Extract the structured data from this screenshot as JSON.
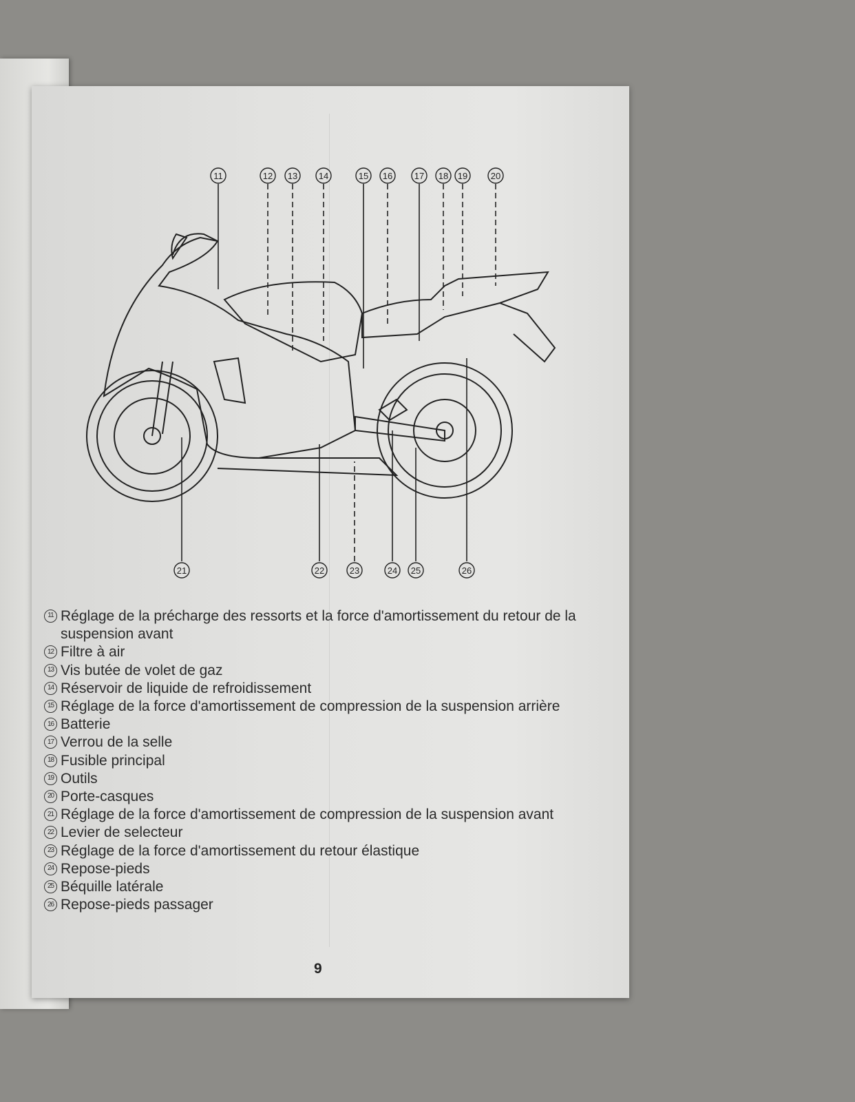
{
  "figure": {
    "top_callouts": [
      "11",
      "12",
      "13",
      "14",
      "15",
      "16",
      "17",
      "18",
      "19",
      "20"
    ],
    "bottom_callouts": [
      "21",
      "22",
      "23",
      "24",
      "25",
      "26"
    ]
  },
  "legend": [
    {
      "num": "11",
      "text": "Réglage de la précharge des ressorts et la force d'amortissement du retour de la suspension avant"
    },
    {
      "num": "12",
      "text": "Filtre à air"
    },
    {
      "num": "13",
      "text": "Vis butée de volet de gaz"
    },
    {
      "num": "14",
      "text": "Réservoir de liquide de refroidissement"
    },
    {
      "num": "15",
      "text": "Réglage de la force d'amortissement de compression de la suspension arrière"
    },
    {
      "num": "16",
      "text": "Batterie"
    },
    {
      "num": "17",
      "text": "Verrou de la selle"
    },
    {
      "num": "18",
      "text": "Fusible principal"
    },
    {
      "num": "19",
      "text": "Outils"
    },
    {
      "num": "20",
      "text": "Porte-casques"
    },
    {
      "num": "21",
      "text": "Réglage de la force d'amortissement de compression de la suspension avant"
    },
    {
      "num": "22",
      "text": "Levier de selecteur"
    },
    {
      "num": "23",
      "text": "Réglage de la force d'amortissement du retour élastique"
    },
    {
      "num": "24",
      "text": "Repose-pieds"
    },
    {
      "num": "25",
      "text": "Béquille latérale"
    },
    {
      "num": "26",
      "text": "Repose-pieds passager"
    }
  ],
  "page_number": "9"
}
